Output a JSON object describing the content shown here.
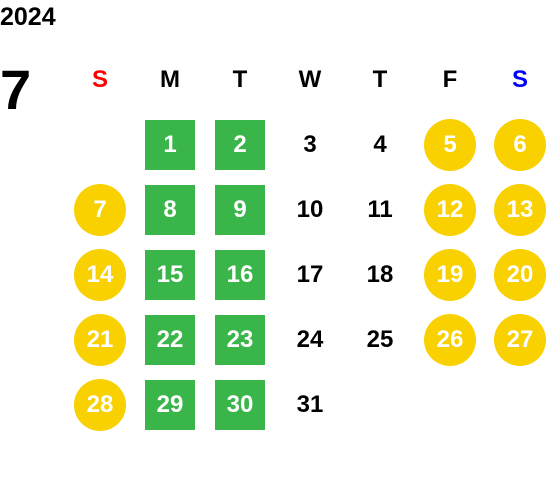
{
  "year": "2024",
  "month": "7",
  "colors": {
    "sunday": "#ff0000",
    "saturday": "#0000ff",
    "weekday_header": "#000000",
    "green_day": "#39b54a",
    "yellow_day": "#f9d000",
    "plain_day": "#000000"
  },
  "weekdays": [
    "S",
    "M",
    "T",
    "W",
    "T",
    "F",
    "S"
  ],
  "weeks": [
    [
      null,
      {
        "day": "1",
        "style": "green"
      },
      {
        "day": "2",
        "style": "green"
      },
      {
        "day": "3",
        "style": "plain"
      },
      {
        "day": "4",
        "style": "plain"
      },
      {
        "day": "5",
        "style": "yellow"
      },
      {
        "day": "6",
        "style": "yellow"
      }
    ],
    [
      {
        "day": "7",
        "style": "yellow"
      },
      {
        "day": "8",
        "style": "green"
      },
      {
        "day": "9",
        "style": "green"
      },
      {
        "day": "10",
        "style": "plain"
      },
      {
        "day": "11",
        "style": "plain"
      },
      {
        "day": "12",
        "style": "yellow"
      },
      {
        "day": "13",
        "style": "yellow"
      }
    ],
    [
      {
        "day": "14",
        "style": "yellow"
      },
      {
        "day": "15",
        "style": "green"
      },
      {
        "day": "16",
        "style": "green"
      },
      {
        "day": "17",
        "style": "plain"
      },
      {
        "day": "18",
        "style": "plain"
      },
      {
        "day": "19",
        "style": "yellow"
      },
      {
        "day": "20",
        "style": "yellow"
      }
    ],
    [
      {
        "day": "21",
        "style": "yellow"
      },
      {
        "day": "22",
        "style": "green"
      },
      {
        "day": "23",
        "style": "green"
      },
      {
        "day": "24",
        "style": "plain"
      },
      {
        "day": "25",
        "style": "plain"
      },
      {
        "day": "26",
        "style": "yellow"
      },
      {
        "day": "27",
        "style": "yellow"
      }
    ],
    [
      {
        "day": "28",
        "style": "yellow"
      },
      {
        "day": "29",
        "style": "green"
      },
      {
        "day": "30",
        "style": "green"
      },
      {
        "day": "31",
        "style": "plain"
      },
      null,
      null,
      null
    ]
  ]
}
